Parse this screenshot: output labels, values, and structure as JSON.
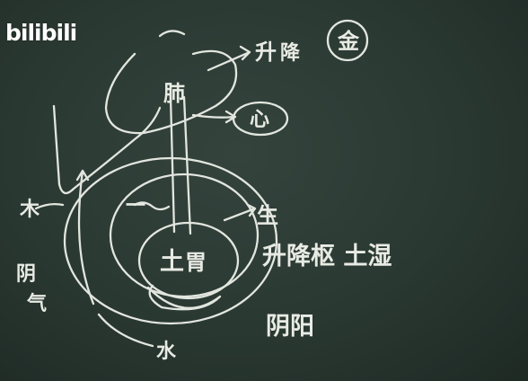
{
  "watermark": {
    "logo_text": "bilibili"
  },
  "board": {
    "labels": {
      "lung": "肺",
      "ascend": "升",
      "metal": "金",
      "heart": "心",
      "descend": "降",
      "spleen": "土",
      "stomach": "胃",
      "sheng": "生",
      "wood": "木",
      "water": "水",
      "qi": "气",
      "yin_shui": "阴",
      "yi": "一",
      "row_text": "升降枢 土湿",
      "bottom_text": "阴阳"
    }
  }
}
